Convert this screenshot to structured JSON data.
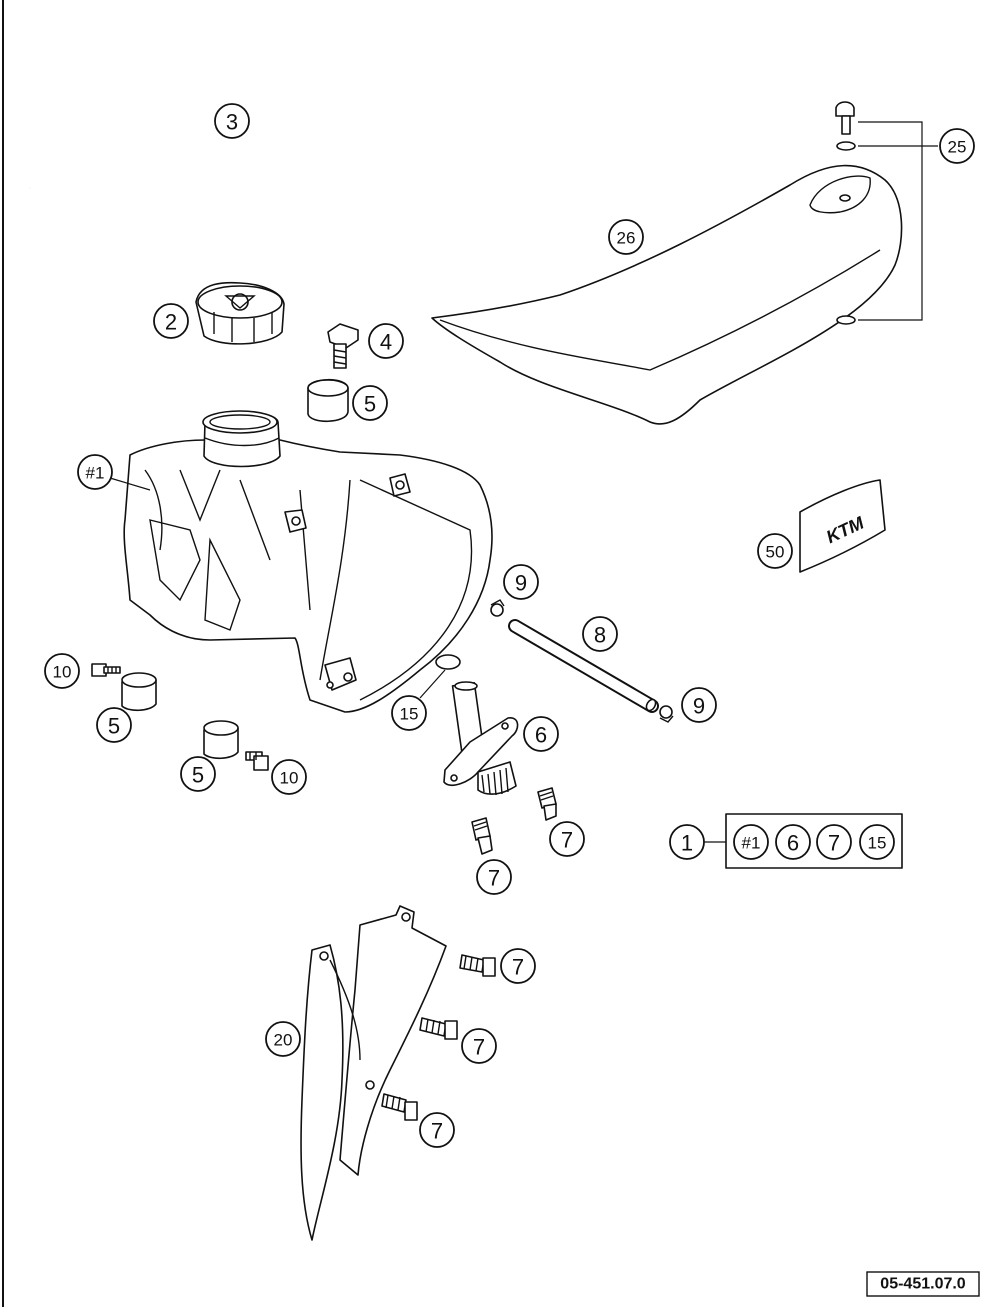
{
  "callouts": {
    "c3": "3",
    "c2": "2",
    "c4": "4",
    "c5a": "5",
    "c26": "26",
    "c25": "25",
    "c1h": "#1",
    "c9a": "9",
    "c8": "8",
    "c9b": "9",
    "c50": "50",
    "c10a": "10",
    "c5b": "5",
    "c15": "15",
    "c6": "6",
    "c5c": "5",
    "c10b": "10",
    "c7a": "7",
    "c7b": "7",
    "c1": "1",
    "kit1": "#1",
    "kit6": "6",
    "kit7": "7",
    "kit15": "15",
    "c7c": "7",
    "c7d": "7",
    "c7e": "7",
    "c20": "20"
  },
  "decal_text": "KTM",
  "doc_code": "05-451.07.0"
}
